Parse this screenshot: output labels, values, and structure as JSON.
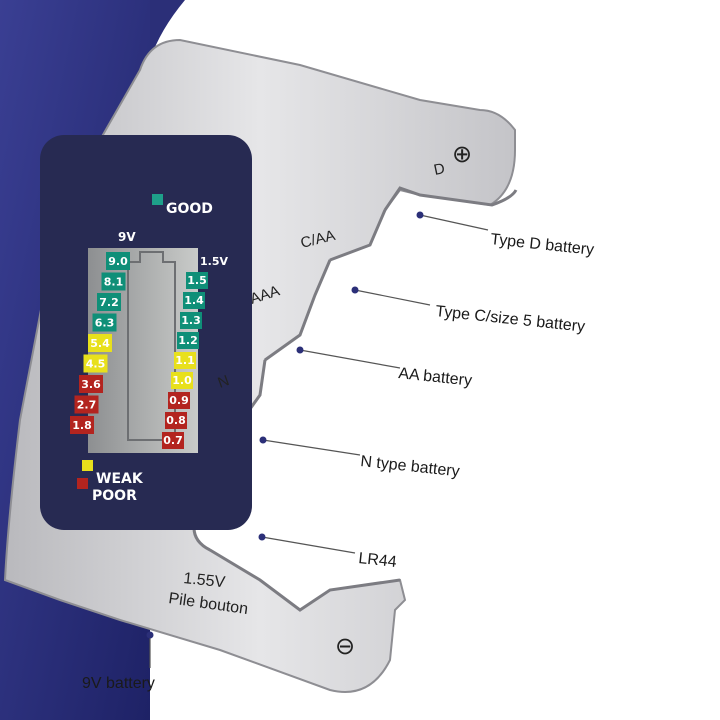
{
  "meter": {
    "good_label": "GOOD",
    "left_header": "9V",
    "right_header": "1.5V",
    "left_values": [
      "9.0",
      "8.1",
      "7.2",
      "6.3",
      "5.4",
      "4.5",
      "3.6",
      "2.7",
      "1.8"
    ],
    "right_values": [
      "1.5",
      "1.4",
      "1.3",
      "1.2",
      "1.1",
      "1.0",
      "0.9",
      "0.8",
      "0.7"
    ],
    "weak_label": "WEAK",
    "poor_label": "POOR"
  },
  "slots": {
    "d": "D",
    "c_aa": "C/AA",
    "aaa": "AAA",
    "n": "N",
    "plus": "⊕",
    "minus": "⊖",
    "button_voltage": "1.55V",
    "button_name": "Pile bouton"
  },
  "callouts": {
    "type_d": "Type D battery",
    "type_c": "Type C/size 5 battery",
    "aa": "AA battery",
    "n_type": "N type battery",
    "lr44": "LR44",
    "nine_v": "9V battery"
  },
  "colors": {
    "navy": "#2b2f78",
    "meter_bg": "#272a52",
    "green": "#0f8f78",
    "yellow": "#e8e01c",
    "red": "#b3241f",
    "silver": "#c9c9cc"
  }
}
